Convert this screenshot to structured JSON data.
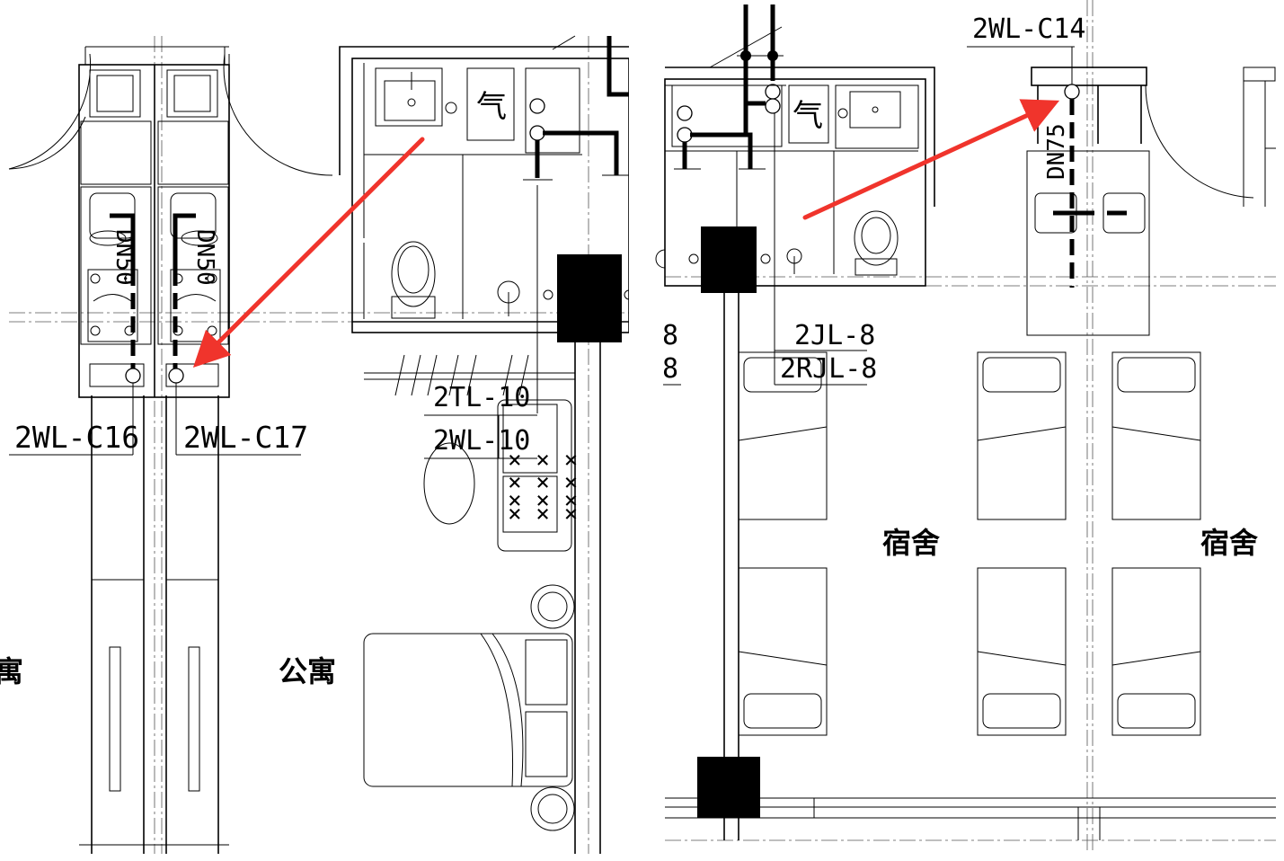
{
  "left_panel": {
    "pipe_labels": {
      "c16": "2WL-C16",
      "c17": "2WL-C17",
      "tl10": "2TL-10",
      "wl10": "2WL-10",
      "dn_left": "DN50",
      "dn_right": "DN50"
    },
    "room_labels": {
      "apartment_partial": "寓",
      "apartment": "公寓"
    },
    "fixture_glyph": "气"
  },
  "right_panel": {
    "pipe_labels": {
      "c14": "2WL-C14",
      "jl8": "2JL-8",
      "rjl8": "2RJL-8",
      "edge_top": "8",
      "edge_bottom": "8",
      "dn": "DN75"
    },
    "room_labels": {
      "dorm_left": "宿舍",
      "dorm_right": "宿舍"
    },
    "fixture_glyph": "气"
  },
  "colors": {
    "linework": "#000000",
    "annotation_arrow": "#f0342c",
    "background": "#ffffff"
  }
}
